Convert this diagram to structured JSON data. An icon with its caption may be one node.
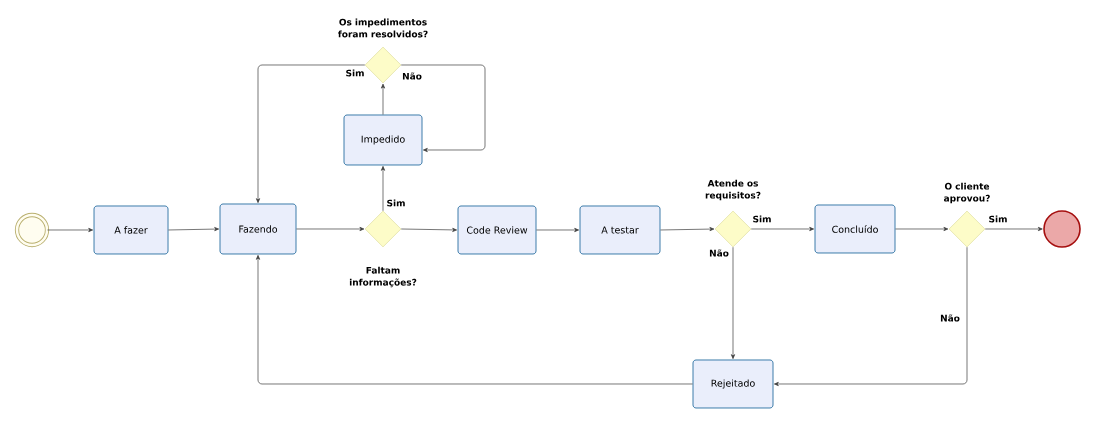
{
  "diagram": {
    "nodes": [
      {
        "text": [],
        "shape": "circle"
      },
      {
        "text": [
          "A fazer"
        ]
      },
      {
        "text": [
          "Fazendo"
        ]
      },
      {
        "text": [
          "Faltam informações?"
        ]
      },
      {
        "text": [
          "Impedido"
        ]
      },
      {
        "text": [
          "Os impedimentos foram resolvidos?"
        ]
      },
      {
        "text": [
          "Code Review"
        ]
      },
      {
        "text": [
          "A testar"
        ]
      },
      {
        "text": [
          "Atende os requisitos?"
        ]
      },
      {
        "text": [
          "Concluído"
        ]
      },
      {
        "text": [
          "O cliente aprovou?"
        ]
      },
      {
        "text": [],
        "shape": "circle"
      },
      {
        "text": [
          "Rejeitado"
        ]
      }
    ],
    "edges": [
      {
        "from": 0,
        "to": 1,
        "arrow": "to"
      },
      {
        "from": 1,
        "to": 2,
        "arrow": "to"
      },
      {
        "from": 2,
        "to": 3,
        "arrow": "to"
      },
      {
        "from": 3,
        "to": 4,
        "arrow": "to",
        "label": "Sim"
      },
      {
        "from": 3,
        "to": 6,
        "arrow": "to"
      },
      {
        "from": 4,
        "to": 5,
        "arrow": "to"
      },
      {
        "from": 5,
        "to": 2,
        "arrow": "to",
        "label": "Sim"
      },
      {
        "from": 5,
        "to": 4,
        "arrow": "to",
        "label": "Não"
      },
      {
        "from": 6,
        "to": 7,
        "arrow": "to"
      },
      {
        "from": 7,
        "to": 8,
        "arrow": "to"
      },
      {
        "from": 8,
        "to": 9,
        "arrow": "to",
        "label": "Sim"
      },
      {
        "from": 8,
        "to": 12,
        "arrow": "to",
        "label": "Não"
      },
      {
        "from": 9,
        "to": 10,
        "arrow": "to"
      },
      {
        "from": 10,
        "to": 11,
        "arrow": "to",
        "label": "Sim"
      },
      {
        "from": 10,
        "to": 12,
        "arrow": "to",
        "label": "Não"
      },
      {
        "from": 12,
        "to": 2,
        "arrow": "to"
      }
    ]
  }
}
